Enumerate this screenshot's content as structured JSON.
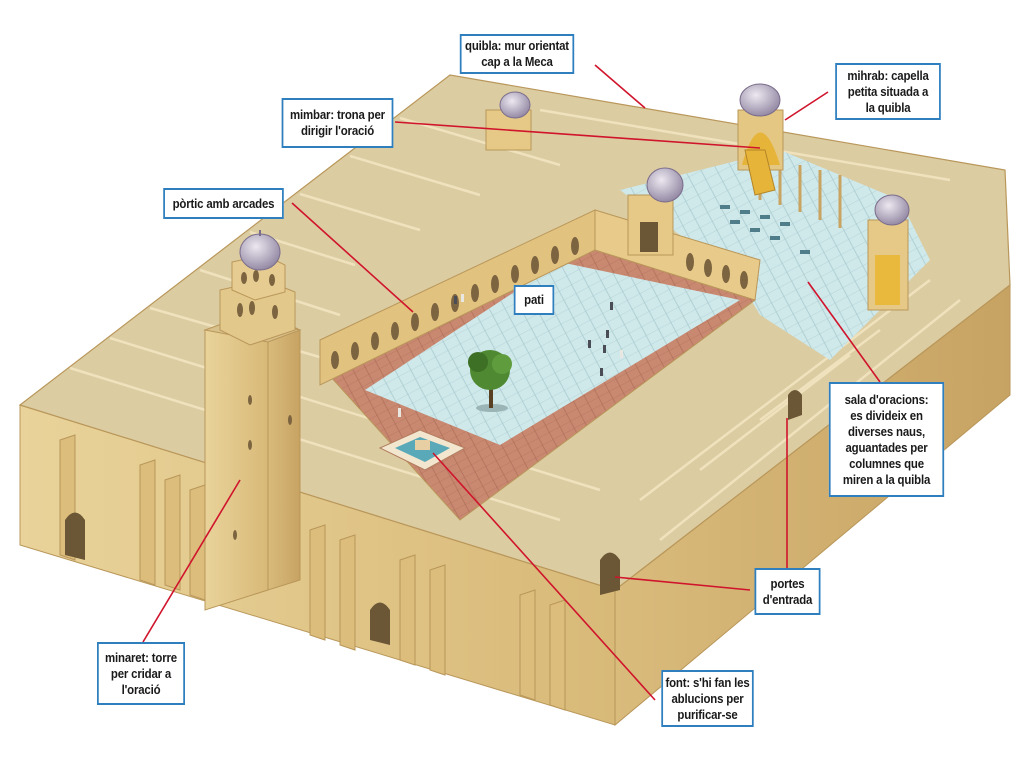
{
  "diagram": {
    "subject": "Mosque (cutaway illustration)",
    "colors": {
      "callout_border": "#2f7fbf",
      "leader_line": "#d0142c",
      "stone": "#e8cf94",
      "stone_dark": "#c9a865",
      "roof": "#d9c9a0",
      "courtyard_tiles": "#cfe8ea",
      "courtyard_border": "#c98870",
      "dome": "#b9b0c4",
      "tree": "#4f8a32"
    },
    "labels": {
      "quibla": {
        "lines": [
          "quibla: mur orientat",
          "cap a la Meca"
        ]
      },
      "mihrab": {
        "lines": [
          "mihrab: capella",
          "petita situada a",
          "la quibla"
        ]
      },
      "mimbar": {
        "lines": [
          "mimbar: trona per",
          "dirigir l'oració"
        ]
      },
      "portic": {
        "lines": [
          "pòrtic amb arcades"
        ]
      },
      "pati": {
        "lines": [
          "pati"
        ]
      },
      "sala": {
        "lines": [
          "sala d'oracions:",
          "es divideix en",
          "diverses naus,",
          "aguantades per",
          "columnes que",
          "miren a la quibla"
        ]
      },
      "portes": {
        "lines": [
          "portes",
          "d'entrada"
        ]
      },
      "minaret": {
        "lines": [
          "minaret: torre",
          "per cridar a",
          "l'oració"
        ]
      },
      "font": {
        "lines": [
          "font: s'hi fan les",
          "ablucions per",
          "purificar-se"
        ]
      }
    }
  }
}
